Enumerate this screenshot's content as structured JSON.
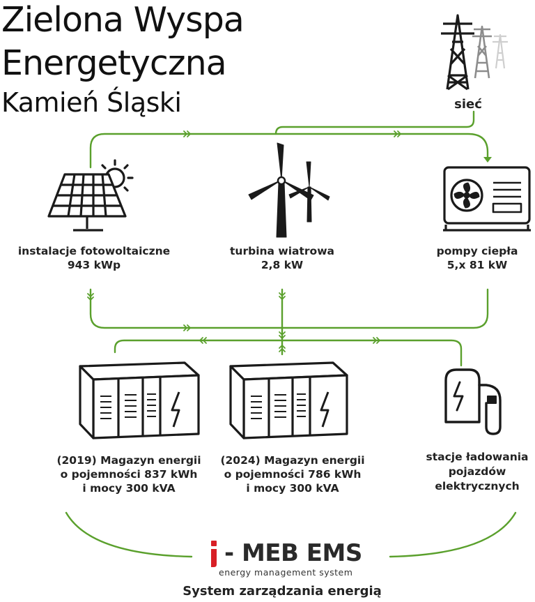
{
  "title": {
    "line1": "Zielona Wyspa",
    "line2": "Energetyczna",
    "line3": "Kamień Śląski"
  },
  "colors": {
    "flow": "#5aa02c",
    "ems_accent": "#d81f26",
    "icon": "#1a1a1a"
  },
  "nodes": {
    "grid": {
      "label": "sieć",
      "icon": "power-pylon-icon"
    },
    "pv": {
      "label_line1": "instalacje fotowoltaiczne",
      "label_line2": "943 kWp",
      "icon": "solar-panel-icon"
    },
    "wind": {
      "label_line1": "turbina wiatrowa",
      "label_line2": "2,8 kW",
      "icon": "wind-turbine-icon"
    },
    "heat_pump": {
      "label_line1": "pompy ciepła",
      "label_line2": "5,x 81 kW",
      "icon": "heat-pump-icon"
    },
    "storage_2019": {
      "label_line1": "(2019) Magazyn energii",
      "label_line2": "o pojemności 837 kWh",
      "label_line3": "i mocy 300 kVA",
      "icon": "battery-container-icon"
    },
    "storage_2024": {
      "label_line1": "(2024) Magazyn energii",
      "label_line2": "o pojemności 786 kWh",
      "label_line3": "i mocy 300 kVA",
      "icon": "battery-container-icon"
    },
    "ev_charging": {
      "label_line1": "stacje ładowania",
      "label_line2": "pojazdów",
      "label_line3": "elektrycznych",
      "icon": "ev-charger-icon"
    }
  },
  "ems": {
    "logo_text": "- MEB EMS",
    "logo_subtext": "energy management system",
    "caption": "System zarządzania energią"
  }
}
